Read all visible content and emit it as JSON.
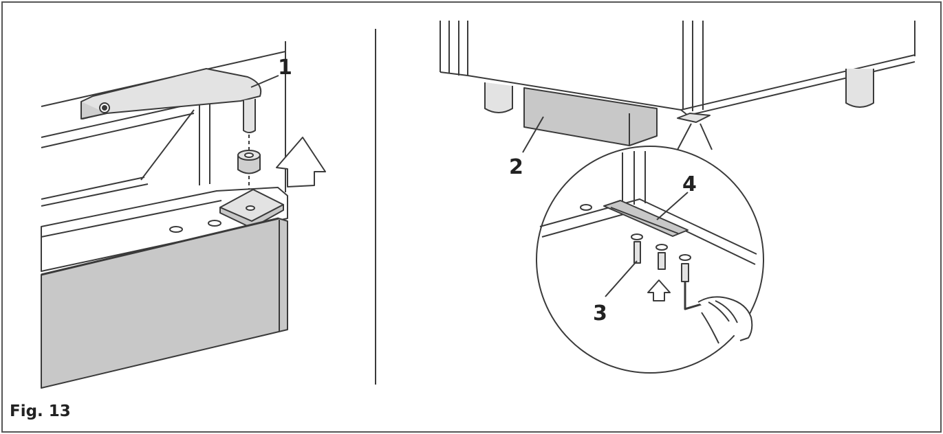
{
  "figure": {
    "caption": "Fig. 13",
    "callouts": {
      "c1": "1",
      "c2": "2",
      "c3": "3",
      "c4": "4"
    }
  },
  "colors": {
    "frame": "#555555",
    "line": "#3a3a3a",
    "panel_gray": "#c8c8c8",
    "light_gray": "#e3e3e3",
    "text": "#222222"
  }
}
